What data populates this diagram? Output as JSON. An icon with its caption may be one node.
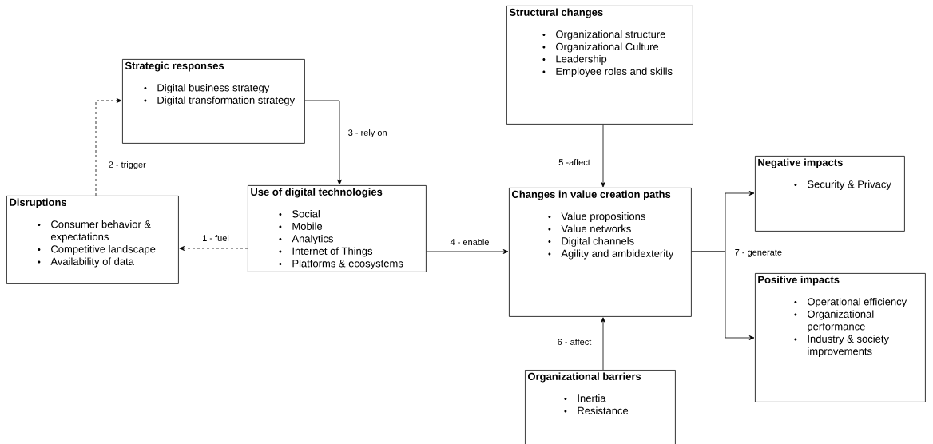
{
  "diagram": {
    "nodes": [
      {
        "text": [
          "Strategic responses",
          "Digital business strategy",
          "Digital transformation strategy"
        ]
      },
      {
        "text": [
          "Disruptions",
          "Consumer behavior & expectations",
          "Competitive landscape",
          "Availability of data"
        ]
      },
      {
        "text": [
          "Use of digital technologies",
          "Social",
          "Mobile",
          "Analytics",
          "Internet of Things",
          "Platforms & ecosystems"
        ]
      },
      {
        "text": [
          "Structural changes",
          "Organizational structure",
          "Organizational Culture",
          "Leadership",
          "Employee roles and skills"
        ]
      },
      {
        "text": [
          "Changes in value creation paths",
          "Value propositions",
          "Value networks",
          "Digital channels",
          "Agility and ambidexterity"
        ]
      },
      {
        "text": [
          "Negative impacts",
          "Security & Privacy"
        ]
      },
      {
        "text": [
          "Positive impacts",
          "Operational efficiency",
          "Organizational performance",
          "Industry & society improvements"
        ]
      },
      {
        "text": [
          "Organizational barriers",
          "Inertia",
          "Resistance"
        ]
      }
    ],
    "edges": [
      {
        "from": 2,
        "to": 1,
        "arrow": "to",
        "label": "1 - fuel",
        "style": "dashed"
      },
      {
        "from": 1,
        "to": 0,
        "arrow": "to",
        "label": "2 - trigger",
        "style": "dashed"
      },
      {
        "from": 0,
        "to": 2,
        "arrow": "to",
        "label": "3 - rely on"
      },
      {
        "from": 2,
        "to": 4,
        "arrow": "to",
        "label": "4 - enable"
      },
      {
        "from": 3,
        "to": 4,
        "arrow": "to",
        "label": "5 -affect"
      },
      {
        "from": 7,
        "to": 4,
        "arrow": "to",
        "label": "6 - affect"
      },
      {
        "from": 4,
        "to": 5,
        "arrow": "to",
        "label": "7 - generate"
      },
      {
        "from": 4,
        "to": 6,
        "arrow": "to"
      }
    ]
  }
}
